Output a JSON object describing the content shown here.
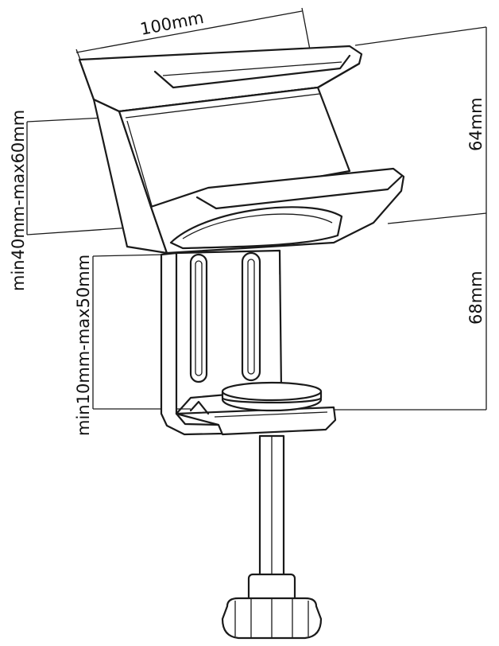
{
  "dimensions": {
    "width_label": "100mm",
    "upper_height_label": "64mm",
    "lower_height_label": "68mm",
    "upper_gap_label": "min40mm-max60mm",
    "lower_gap_label": "min10mm-max50mm"
  },
  "colors": {
    "line": "#1a1a1a",
    "background": "#ffffff"
  }
}
